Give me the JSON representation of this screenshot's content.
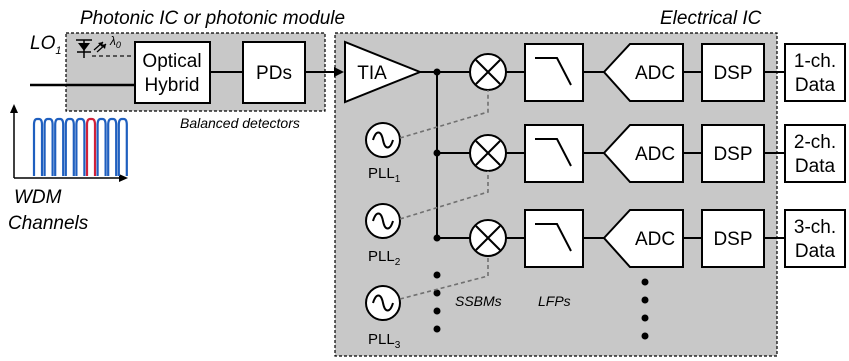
{
  "regions": {
    "photonic": "Photonic IC or photonic module",
    "electrical": "Electrical IC"
  },
  "lo": {
    "name": "LO",
    "subscript": "1",
    "lambda": "λ",
    "lambda_sub": "0"
  },
  "blocks": {
    "optical_hybrid_line1": "Optical",
    "optical_hybrid_line2": "Hybrid",
    "pds": "PDs",
    "tia": "TIA",
    "balanced_detectors": "Balanced detectors",
    "adc": "ADC",
    "dsp": "DSP"
  },
  "outputs": [
    {
      "line1": "1-ch.",
      "line2": "Data"
    },
    {
      "line1": "2-ch.",
      "line2": "Data"
    },
    {
      "line1": "3-ch.",
      "line2": "Data"
    }
  ],
  "plls": [
    {
      "name": "PLL",
      "sub": "1"
    },
    {
      "name": "PLL",
      "sub": "2"
    },
    {
      "name": "PLL",
      "sub": "3"
    }
  ],
  "labels": {
    "ssbms": "SSBMs",
    "lfps": "LFPs"
  },
  "wdm": {
    "line1": "WDM",
    "line2": "Channels"
  },
  "colors": {
    "region_fill": "#c8c8c8",
    "wdm_blue": "#1f5fbf",
    "wdm_red": "#d0213a",
    "block_fill": "#ffffff",
    "dashed": "#707070"
  }
}
